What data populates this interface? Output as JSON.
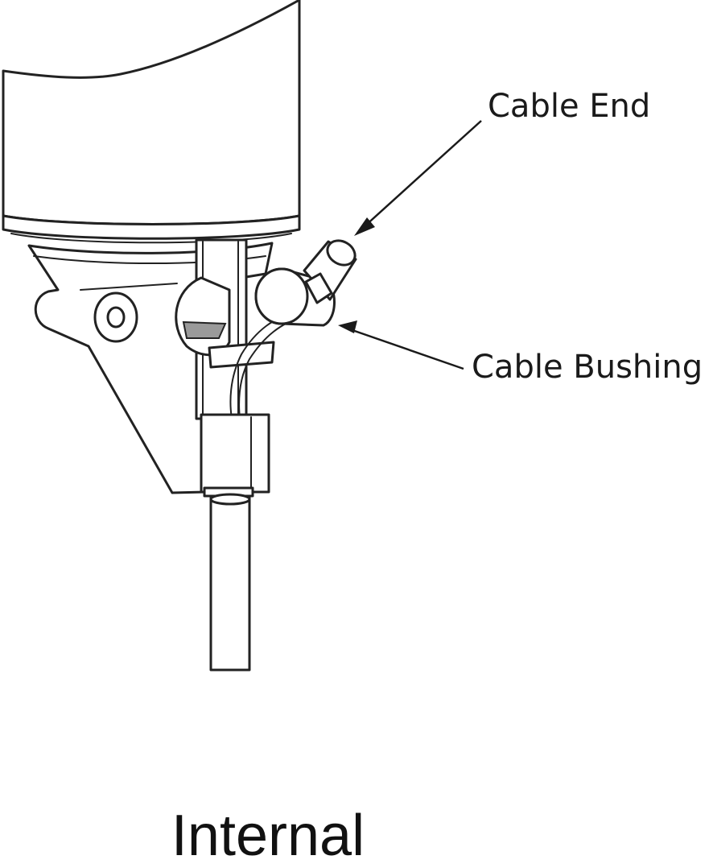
{
  "callouts": {
    "cable_end": "Cable End",
    "cable_bushing": "Cable Bushing"
  },
  "caption": "Internal"
}
